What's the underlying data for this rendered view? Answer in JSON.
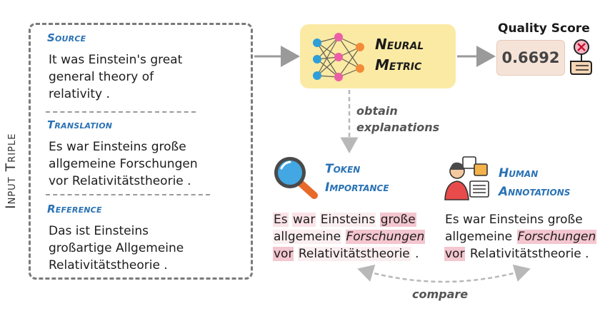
{
  "input": {
    "label": "Input Triple",
    "source": {
      "title": "Source",
      "lines": [
        "It was Einstein's great",
        "general theory of",
        "relativity ."
      ]
    },
    "translation": {
      "title": "Translation",
      "lines": [
        "Es war Einsteins große",
        "allgemeine Forschungen",
        "vor Relativitätstheorie ."
      ]
    },
    "reference": {
      "title": "Reference",
      "lines": [
        "Das ist Einsteins",
        "großartige Allgemeine",
        "Relativitätstheorie ."
      ]
    }
  },
  "metric": {
    "line1": "Neural",
    "line2": "Metric"
  },
  "quality": {
    "label": "Quality Score",
    "value": "0.6692"
  },
  "explain": {
    "line1": "obtain",
    "line2": "explanations"
  },
  "token_importance": {
    "title1": "Token",
    "title2": "Importance",
    "line1": [
      {
        "t": "Es",
        "hl": "hl2",
        "it": false
      },
      {
        "t": "war",
        "hl": "hl2",
        "it": false
      },
      {
        "t": "Einsteins",
        "hl": "hl3",
        "it": false
      },
      {
        "t": "große",
        "hl": "hl1",
        "it": false
      }
    ],
    "line2": [
      {
        "t": "allgemeine",
        "hl": "hl3",
        "it": false
      },
      {
        "t": "Forschungen",
        "hl": "hl1",
        "it": true
      }
    ],
    "line3": [
      {
        "t": "vor",
        "hl": "hl1",
        "it": false
      },
      {
        "t": "Relativitätstheorie",
        "hl": "hl3",
        "it": false
      },
      {
        "t": ".",
        "hl": "",
        "it": false
      }
    ]
  },
  "human": {
    "title1": "Human",
    "title2": "Annotations",
    "line1": [
      {
        "t": "Es war Einsteins große",
        "hl": "",
        "it": false
      }
    ],
    "line2": [
      {
        "t": "allgemeine",
        "hl": "",
        "it": false
      },
      {
        "t": "Forschungen",
        "hl": "hl1",
        "it": true
      }
    ],
    "line3": [
      {
        "t": "vor",
        "hl": "hl1",
        "it": false
      },
      {
        "t": "Relativitätstheorie .",
        "hl": "",
        "it": false
      }
    ]
  },
  "compare": "compare",
  "colors": {
    "accent": "#2a72b5",
    "metric_bg": "#fbeaa4",
    "highlight": "#f4c6cf",
    "score_bg": "#f6e3d8"
  }
}
